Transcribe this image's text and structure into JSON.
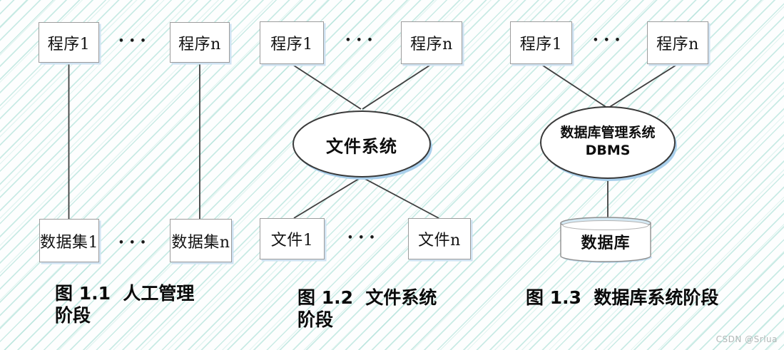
{
  "page": {
    "watermark": "CSDN @Srlua"
  },
  "colors": {
    "background": "#fdfefe",
    "stripe": "#9edbd0",
    "connector_line": "#3f3f3f",
    "box_border": "#9c9c9c",
    "box_fill": "#ffffff",
    "box_shadow_blue": "#cfe2f2",
    "ellipse_shadow_blue": "#a9cfec",
    "cylinder_band_blue": "#d6eaf5",
    "caption_text": "#0a0a0a",
    "watermark_text": "#b2b8b8"
  },
  "figures": [
    {
      "caption": "图 1.1  人工管理阶段",
      "top_left": "程序1",
      "top_right": "程序n",
      "bottom_left": "数据集1",
      "bottom_right": "数据集n",
      "dots": "•••"
    },
    {
      "caption": "图 1.2  文件系统阶段",
      "top_left": "程序1",
      "top_right": "程序n",
      "center": "文件系统",
      "bottom_left": "文件1",
      "bottom_right": "文件n",
      "dots": "•••"
    },
    {
      "caption": "图 1.3  数据库系统阶段",
      "top_left": "程序1",
      "top_right": "程序n",
      "center_line1": "数据库管理系统",
      "center_line2": "DBMS",
      "cylinder": "数据库",
      "dots": "•••"
    }
  ]
}
